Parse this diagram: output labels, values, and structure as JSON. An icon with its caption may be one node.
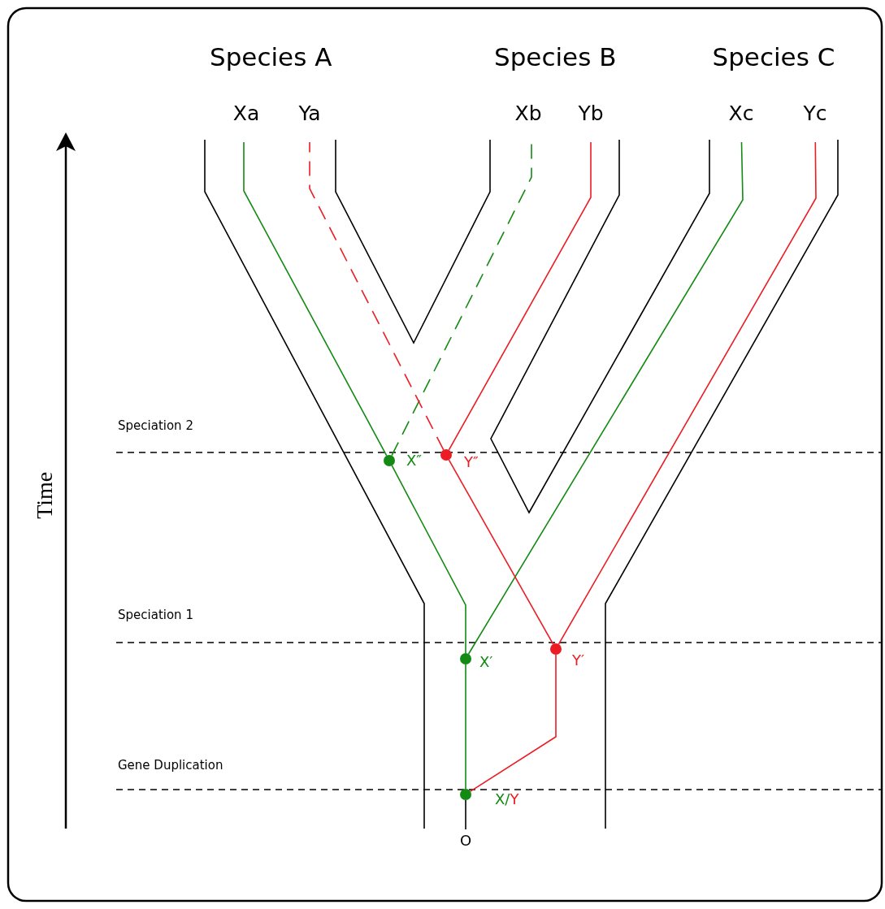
{
  "diagram": {
    "nodes": [
      {
        "text": [
          "Xa"
        ]
      },
      {
        "text": [
          "Ya"
        ]
      },
      {
        "text": [
          "Xb"
        ]
      },
      {
        "text": [
          "Yb"
        ]
      },
      {
        "text": [
          "Xc"
        ]
      },
      {
        "text": [
          "Yc"
        ]
      },
      {
        "text": [],
        "shape": "circle",
        "beside": [
          "X″"
        ]
      },
      {
        "text": [],
        "shape": "circle",
        "beside": [
          "Y″"
        ]
      },
      {
        "text": [],
        "shape": "circle",
        "beside": [
          "X′"
        ]
      },
      {
        "text": [],
        "shape": "circle",
        "beside": [
          "Y′"
        ]
      },
      {
        "text": [],
        "shape": "circle",
        "beside": [
          "X/Y"
        ]
      },
      {
        "text": [
          "O"
        ]
      }
    ],
    "edges": [
      {
        "from": 10,
        "to": 8,
        "arrow": "none",
        "color": "#138a13"
      },
      {
        "from": 10,
        "to": 9,
        "arrow": "none",
        "color": "#ec1c24"
      },
      {
        "from": 8,
        "to": 6,
        "arrow": "none",
        "color": "#138a13"
      },
      {
        "from": 8,
        "to": 4,
        "arrow": "none",
        "color": "#138a13"
      },
      {
        "from": 9,
        "to": 7,
        "arrow": "none",
        "color": "#ec1c24"
      },
      {
        "from": 9,
        "to": 5,
        "arrow": "none",
        "color": "#ec1c24"
      },
      {
        "from": 6,
        "to": 0,
        "arrow": "none",
        "color": "#138a13"
      },
      {
        "from": 6,
        "to": 2,
        "arrow": "none",
        "style": "dashed",
        "color": "#138a13"
      },
      {
        "from": 7,
        "to": 1,
        "arrow": "none",
        "style": "dashed",
        "color": "#ec1c24"
      },
      {
        "from": 7,
        "to": 3,
        "arrow": "none",
        "color": "#ec1c24"
      },
      {
        "from": 11,
        "to": 10,
        "arrow": "none",
        "color": "#000000"
      }
    ],
    "labels": [
      "Species A",
      "Species B",
      "Species C",
      "Speciation 2",
      "Speciation 1",
      "Gene Duplication",
      "Time"
    ]
  }
}
